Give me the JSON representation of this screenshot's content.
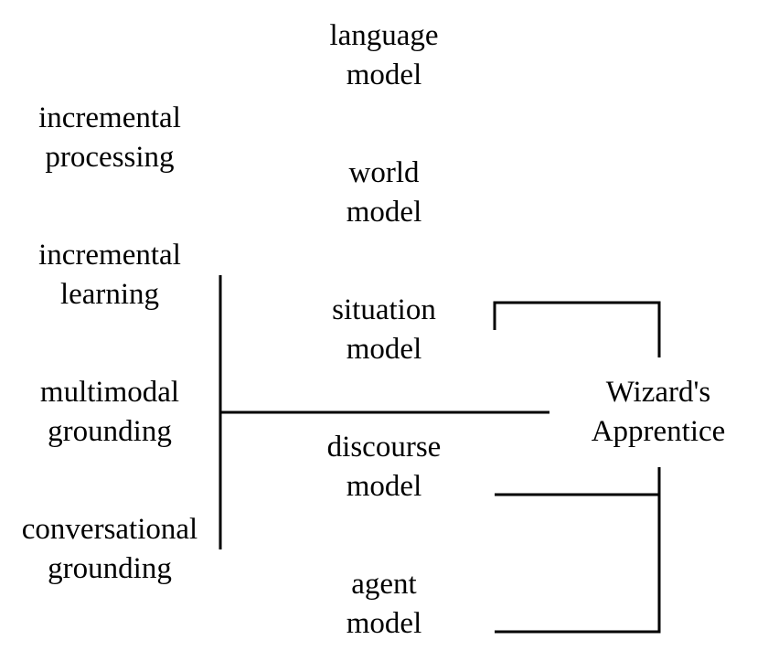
{
  "left_column": [
    {
      "line1": "incremental",
      "line2": "processing"
    },
    {
      "line1": "incremental",
      "line2": "learning"
    },
    {
      "line1": "multimodal",
      "line2": "grounding"
    },
    {
      "line1": "conversational",
      "line2": "grounding"
    }
  ],
  "center_column": [
    {
      "line1": "language",
      "line2": "model"
    },
    {
      "line1": "world",
      "line2": "model"
    },
    {
      "line1": "situation",
      "line2": "model"
    },
    {
      "line1": "discourse",
      "line2": "model"
    },
    {
      "line1": "agent",
      "line2": "model"
    }
  ],
  "right_label": {
    "line1": "Wizard's",
    "line2": "Apprentice"
  },
  "line_color": "#000000"
}
